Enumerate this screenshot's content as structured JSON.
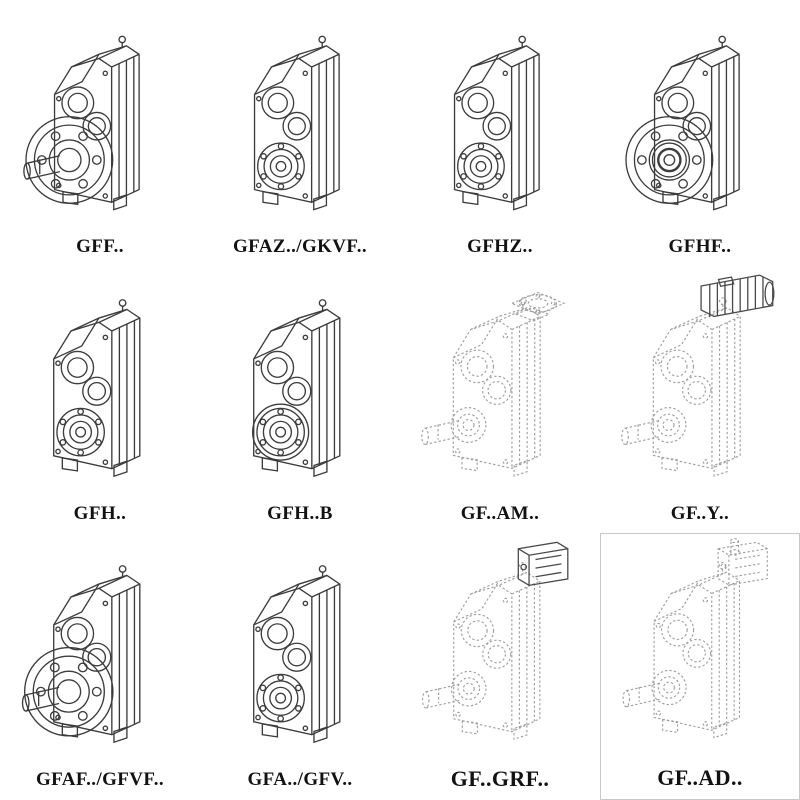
{
  "page": {
    "background": "#ffffff"
  },
  "colors": {
    "line": "#3c3c3c",
    "faint_line": "#9e9e9e",
    "label_text": "#121212"
  },
  "catalog": {
    "rows": 3,
    "columns": 4,
    "items": [
      {
        "label": "GFF..",
        "drawing": "flange-output-with-shaft",
        "line_style": "solid"
      },
      {
        "label": "GFAZ../GKVF..",
        "drawing": "hollow-shaft-housing",
        "line_style": "solid"
      },
      {
        "label": "GFHZ..",
        "drawing": "hollow-shaft-housing",
        "line_style": "solid"
      },
      {
        "label": "GFHF..",
        "drawing": "flange-hollow-output",
        "line_style": "solid"
      },
      {
        "label": "GFH..",
        "drawing": "hollow-shaft-housing",
        "line_style": "solid"
      },
      {
        "label": "GFH..B",
        "drawing": "hollow-shaft-b-cover",
        "line_style": "solid"
      },
      {
        "label": "GF..AM..",
        "drawing": "top-iec-adapter-flange",
        "line_style": "dashed"
      },
      {
        "label": "GF..Y..",
        "drawing": "motor-mounted-unit",
        "line_style": "dashed"
      },
      {
        "label": "GFAF../GFVF..",
        "drawing": "flange-output-with-shaft",
        "line_style": "solid"
      },
      {
        "label": "GFA../GFV..",
        "drawing": "hollow-shaft-housing",
        "line_style": "solid"
      },
      {
        "label": "GF..GRF..",
        "drawing": "top-adapter-block",
        "line_style": "dashed"
      },
      {
        "label": "GF..AD..",
        "drawing": "top-input-shaft-adapter",
        "line_style": "dashed"
      }
    ]
  }
}
